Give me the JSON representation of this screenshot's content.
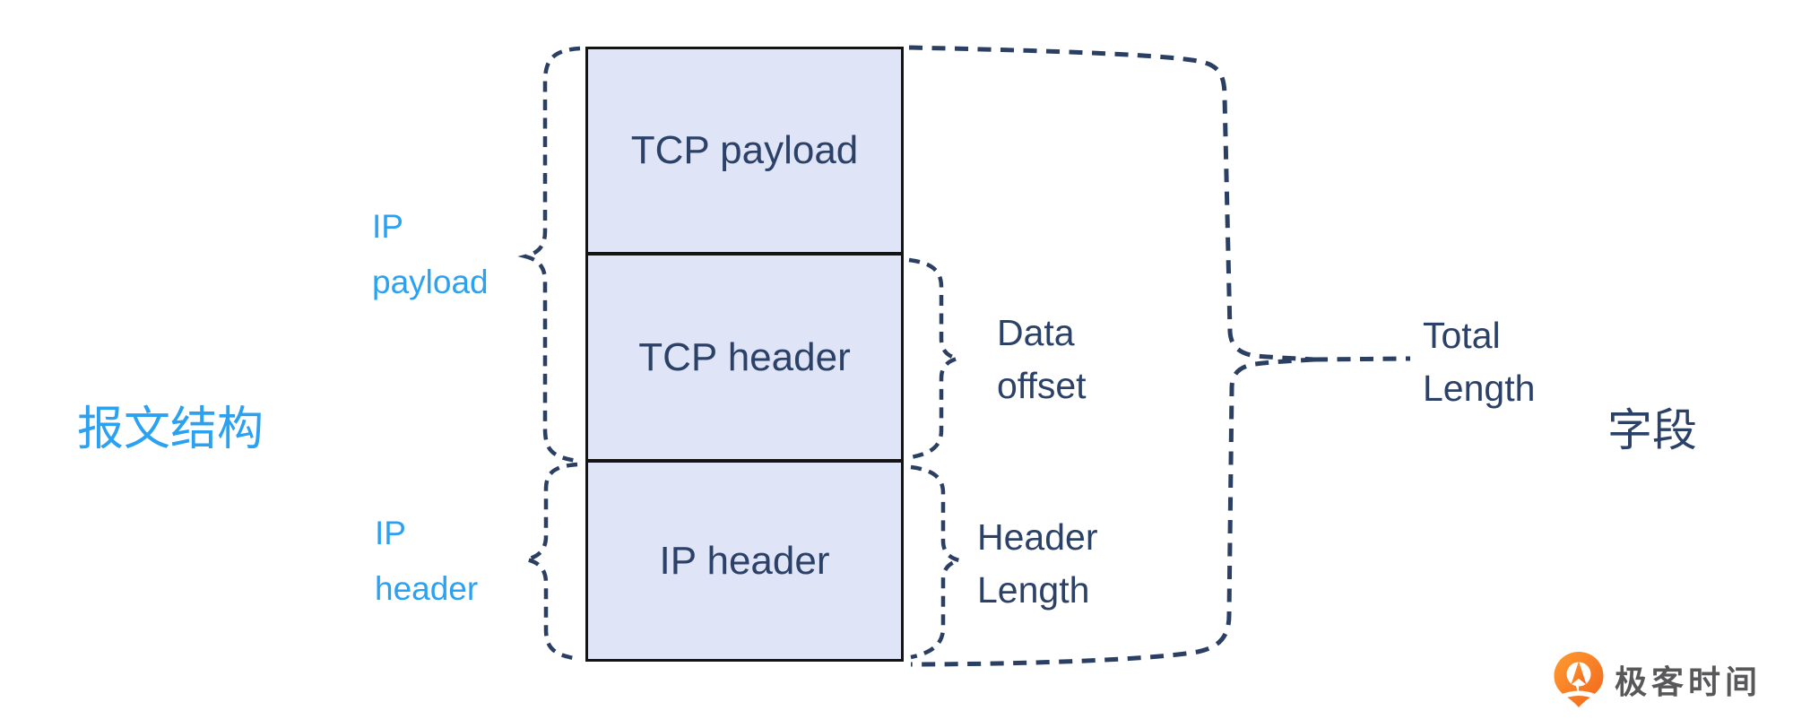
{
  "titles": {
    "left": "报文结构",
    "right": "字段"
  },
  "stack": {
    "boxes": [
      {
        "label": "TCP payload"
      },
      {
        "label": "TCP header"
      },
      {
        "label": "IP header"
      }
    ]
  },
  "side_labels": {
    "ip_payload": {
      "line1": "IP",
      "line2": "payload"
    },
    "ip_header": {
      "line1": "IP",
      "line2": "header"
    },
    "data_offset": {
      "line1": "Data",
      "line2": "offset"
    },
    "header_length": {
      "line1": "Header",
      "line2": "Length"
    },
    "total_length": {
      "line1": "Total",
      "line2": "Length"
    }
  },
  "logo": {
    "text": "极客时间"
  },
  "colors": {
    "accent_blue": "#2BA1F2",
    "navy": "#2B4168",
    "dash_navy": "#2B3F63",
    "box_fill": "#DFE4F6",
    "box_border": "#141414",
    "logo_orange_1": "#FF9B30",
    "logo_orange_2": "#F1661C",
    "logo_text_gray": "#58585A"
  }
}
